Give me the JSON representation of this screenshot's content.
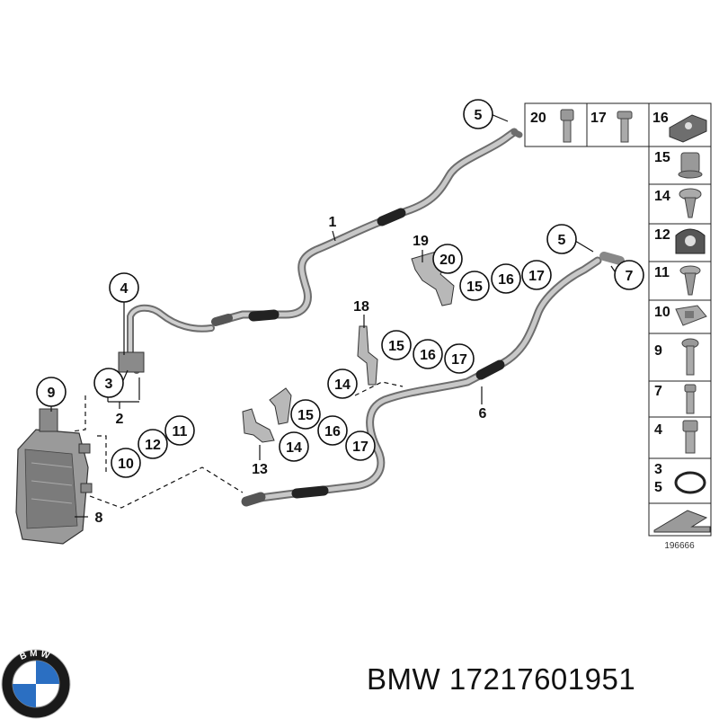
{
  "diagram": {
    "callouts": [
      {
        "id": "c5a",
        "label": "5"
      },
      {
        "id": "c4",
        "label": "4"
      },
      {
        "id": "c3",
        "label": "3"
      },
      {
        "id": "c9",
        "label": "9"
      },
      {
        "id": "c11",
        "label": "11"
      },
      {
        "id": "c12",
        "label": "12"
      },
      {
        "id": "c10",
        "label": "10"
      },
      {
        "id": "c20",
        "label": "20"
      },
      {
        "id": "c15a",
        "label": "15"
      },
      {
        "id": "c16a",
        "label": "16"
      },
      {
        "id": "c17a",
        "label": "17"
      },
      {
        "id": "c5b",
        "label": "5"
      },
      {
        "id": "c7",
        "label": "7"
      },
      {
        "id": "c15b",
        "label": "15"
      },
      {
        "id": "c16b",
        "label": "16"
      },
      {
        "id": "c17b",
        "label": "17"
      },
      {
        "id": "c14a",
        "label": "14"
      },
      {
        "id": "c15c",
        "label": "15"
      },
      {
        "id": "c14b",
        "label": "14"
      },
      {
        "id": "c16c",
        "label": "16"
      },
      {
        "id": "c17c",
        "label": "17"
      }
    ],
    "plain_labels": [
      {
        "id": "l1",
        "label": "1"
      },
      {
        "id": "l2",
        "label": "2"
      },
      {
        "id": "l6",
        "label": "6"
      },
      {
        "id": "l8",
        "label": "8"
      },
      {
        "id": "l13",
        "label": "13"
      },
      {
        "id": "l18",
        "label": "18"
      },
      {
        "id": "l19",
        "label": "19"
      }
    ],
    "parts_table": {
      "top_row": [
        "20",
        "17",
        "16"
      ],
      "column": [
        "15",
        "14",
        "12",
        "11",
        "10",
        "9",
        "7",
        "4",
        "3",
        "5"
      ],
      "code": "196666"
    }
  },
  "footer": {
    "brand": "BMW",
    "part_number": "BMW 17217601951",
    "logo": {
      "name": "bmw-roundel-icon",
      "letters": "BMW",
      "colors": {
        "blue": "#2b6fc2",
        "white": "#ffffff",
        "ring": "#1a1a1a"
      }
    }
  }
}
